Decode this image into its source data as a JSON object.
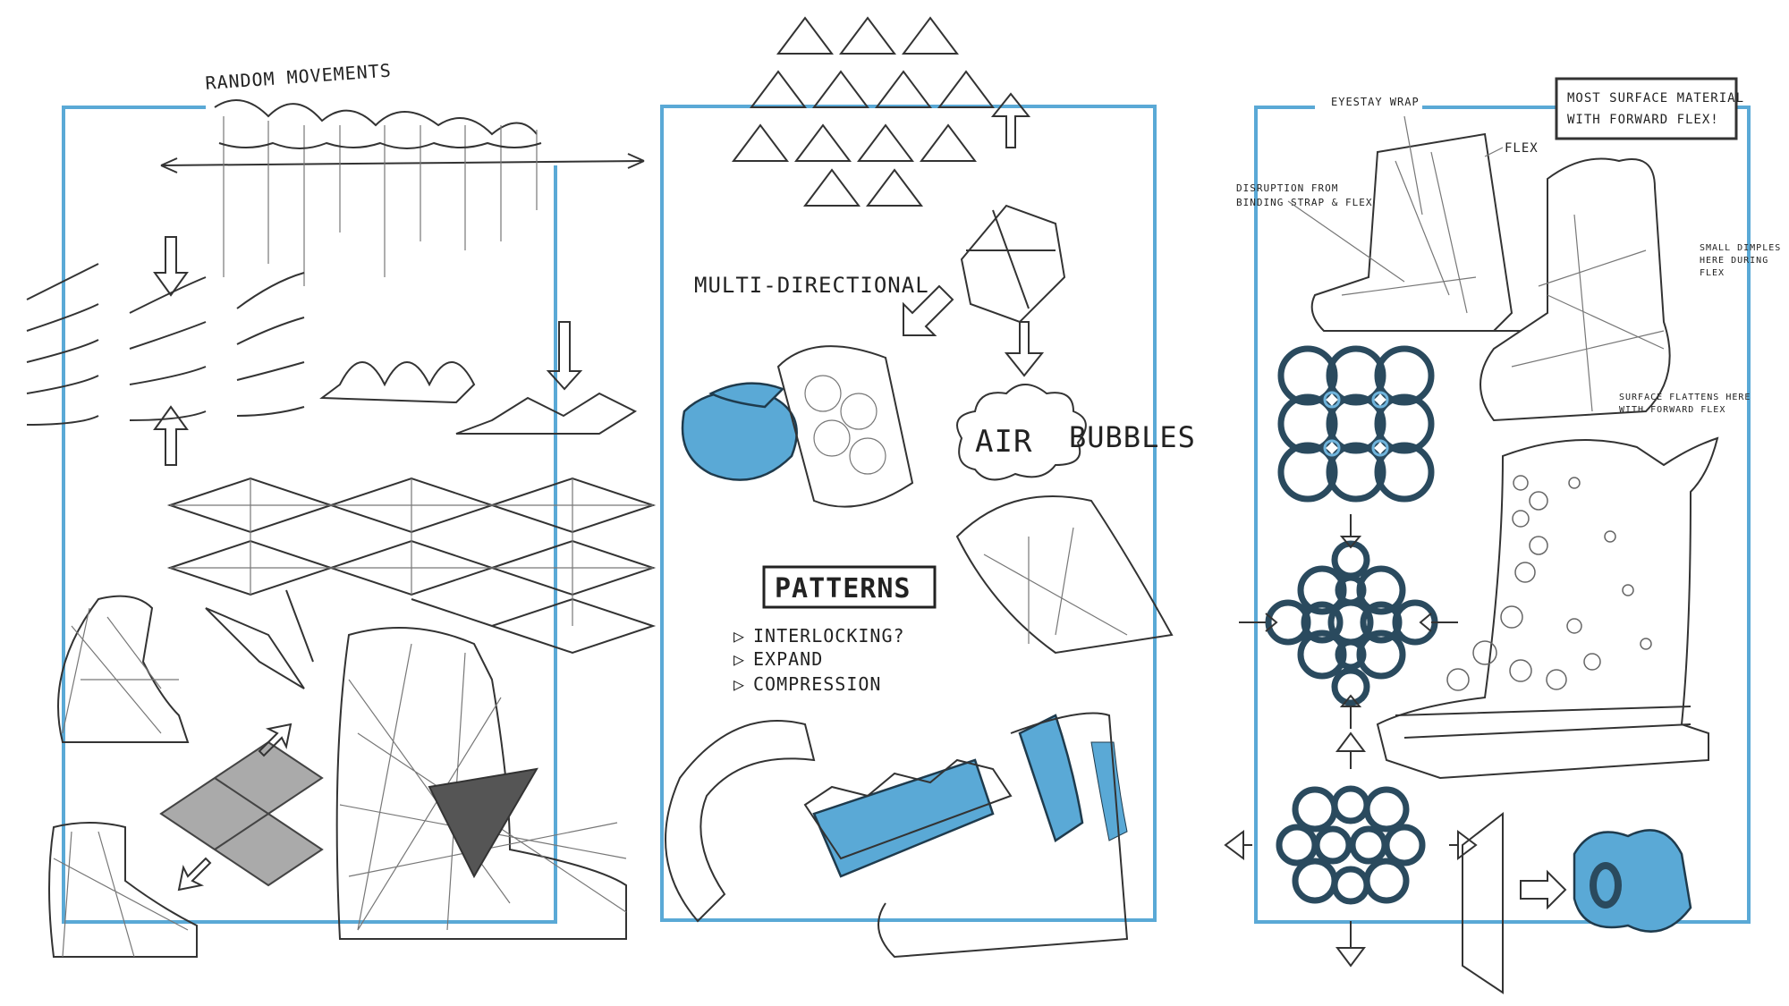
{
  "colors": {
    "frame": "#5aa9d6",
    "accent_fill": "#5aa9d6",
    "ink": "#222222"
  },
  "left_panel": {
    "title": "RANDOM MOVEMENTS"
  },
  "middle_panel": {
    "multi_directional": "MULTI-DIRECTIONAL",
    "air": "AIR",
    "bubbles": "BUBBLES",
    "patterns_title": "PATTERNS",
    "pattern_bullets": [
      "INTERLOCKING?",
      "EXPAND",
      "COMPRESSION"
    ]
  },
  "right_panel": {
    "callout_box": [
      "MOST SURFACE MATERIAL",
      "WITH FORWARD FLEX!"
    ],
    "eyestay_wrap": "EYESTAY WRAP",
    "flex": "FLEX",
    "disruption": [
      "DISRUPTION FROM",
      "BINDING STRAP & FLEX"
    ],
    "small_dimples": [
      "SMALL DIMPLES",
      "HERE DURING",
      "FLEX"
    ],
    "surface_flattens": [
      "SURFACE FLATTENS HERE",
      "WITH FORWARD FLEX"
    ]
  }
}
